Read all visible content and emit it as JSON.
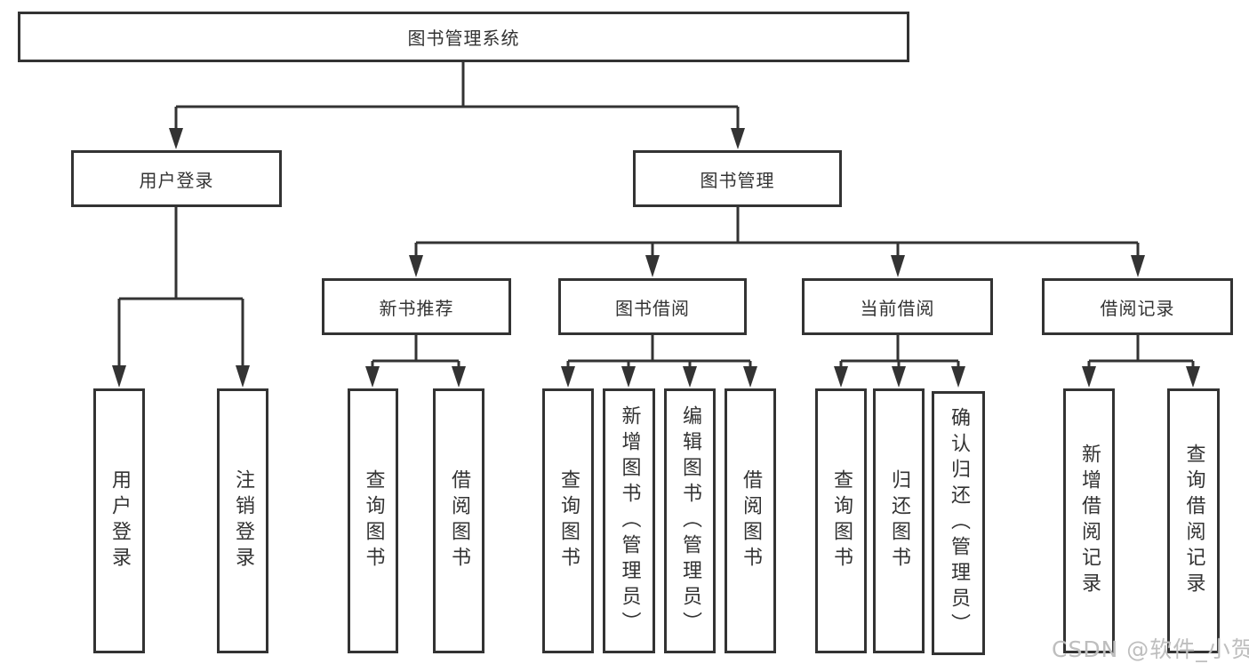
{
  "colors": {
    "line": "#333333",
    "node_border": "#333333",
    "text": "#333333",
    "background": "#ffffff",
    "watermark": "#bbbbbb"
  },
  "watermark": "CSDN @软件_小贺同学",
  "tree": {
    "label": "图书管理系统",
    "children": [
      {
        "label": "用户登录",
        "children": [
          {
            "label": "用户登录"
          },
          {
            "label": "注销登录"
          }
        ]
      },
      {
        "label": "图书管理",
        "children": [
          {
            "label": "新书推荐",
            "children": [
              {
                "label": "查询图书"
              },
              {
                "label": "借阅图书"
              }
            ]
          },
          {
            "label": "图书借阅",
            "children": [
              {
                "label": "查询图书"
              },
              {
                "label": "新增图书（管理员）"
              },
              {
                "label": "编辑图书（管理员）"
              },
              {
                "label": "借阅图书"
              }
            ]
          },
          {
            "label": "当前借阅",
            "children": [
              {
                "label": "查询图书"
              },
              {
                "label": "归还图书"
              },
              {
                "label": "确认归还（管理员）"
              }
            ]
          },
          {
            "label": "借阅记录",
            "children": [
              {
                "label": "新增借阅记录"
              },
              {
                "label": "查询借阅记录"
              }
            ]
          }
        ]
      }
    ]
  }
}
